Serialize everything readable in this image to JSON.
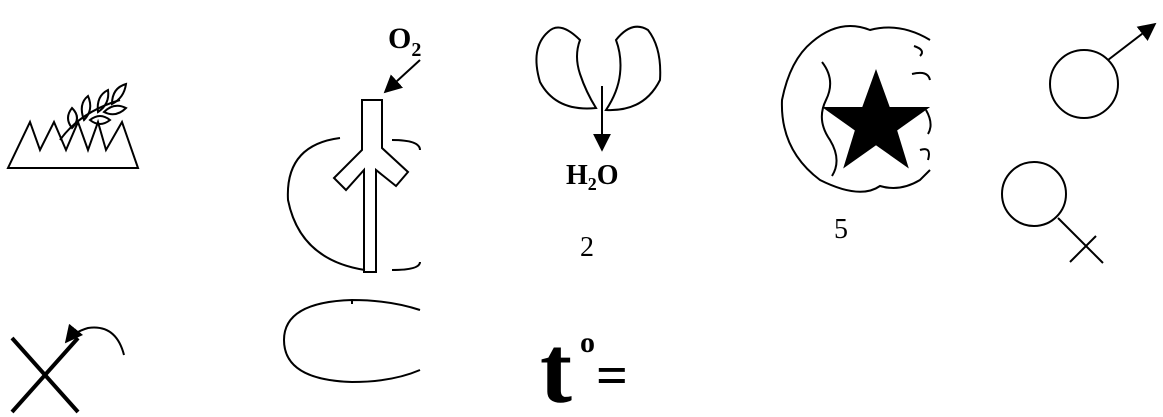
{
  "labels": {
    "oxygen": {
      "main": "O",
      "sub": "2"
    },
    "water": {
      "h": "H",
      "sub": "2",
      "o": "O"
    },
    "number_two": "2",
    "number_five": "5",
    "temperature": {
      "t": "t",
      "degree": "o",
      "equals": "="
    }
  },
  "colors": {
    "stroke": "#000000",
    "background": "#ffffff"
  }
}
